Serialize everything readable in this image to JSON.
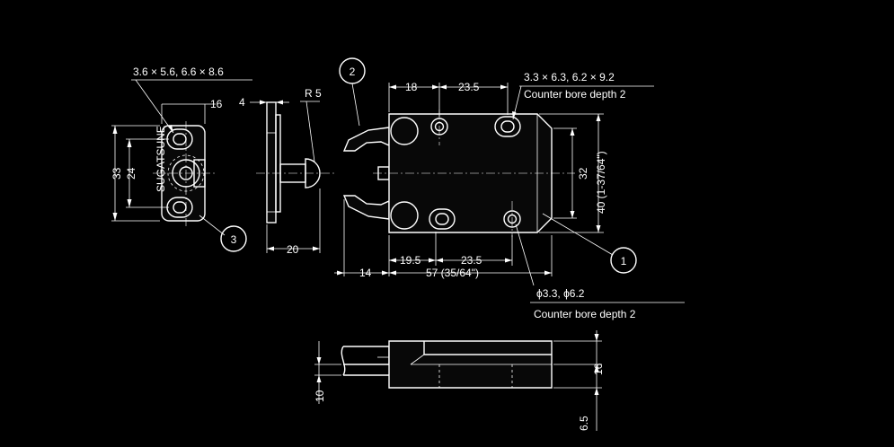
{
  "colors": {
    "background": "#000000",
    "line": "#ffffff"
  },
  "parts": {
    "p1": "1",
    "p2": "2",
    "p3": "3"
  },
  "labels": {
    "hole_left": "3.6 × 5.6, 6.6 × 8.6",
    "hole_right": "3.3 × 6.3, 6.2 × 9.2",
    "bore_top": "Counter bore depth 2",
    "phi": "ϕ3.3, ϕ6.2",
    "bore_bottom": "Counter bore depth 2",
    "r5": "R 5",
    "logo": "SUGATSUNE"
  },
  "dims": {
    "d16": "16",
    "d4": "4",
    "d33": "33",
    "d24": "24",
    "d20": "20",
    "d18": "18",
    "d23_5_top": "23.5",
    "d32": "32",
    "d40": "40 (1-37/64\")",
    "d19_5": "19.5",
    "d23_5_bot": "23.5",
    "d14": "14",
    "d57": "57 (35/64\")",
    "d10": "10",
    "d16_side": "16",
    "d6_5": "6.5"
  }
}
